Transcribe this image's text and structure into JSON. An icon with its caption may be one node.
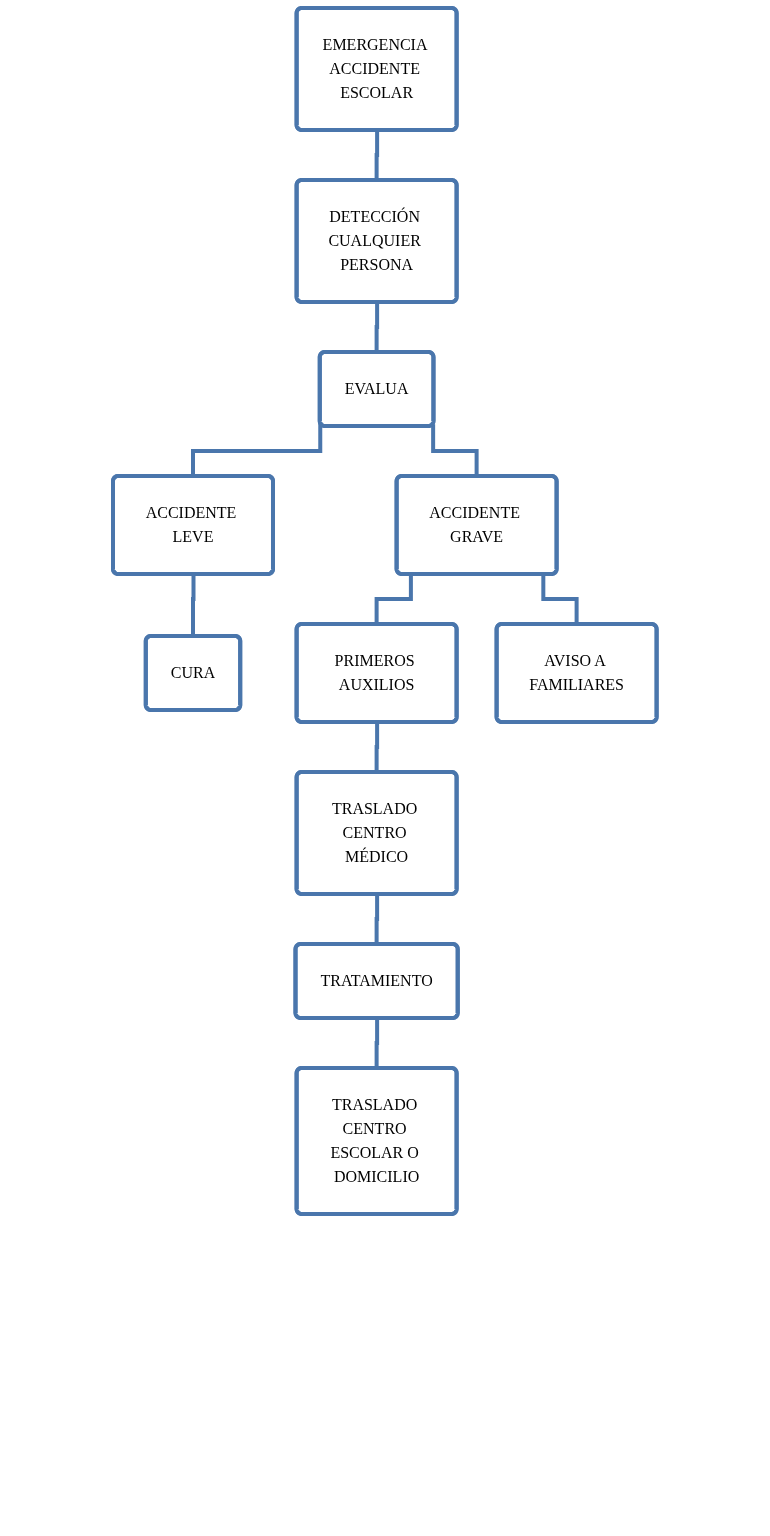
{
  "diagram": {
    "nodes": [
      {
        "text": [
          "EMERGENCIA ACCIDENTE ESCOLAR"
        ]
      },
      {
        "text": [
          "DETECCIÓN CUALQUIER PERSONA"
        ]
      },
      {
        "text": [
          "EVALUA"
        ]
      },
      {
        "text": [
          "ACCIDENTE LEVE"
        ]
      },
      {
        "text": [
          "ACCIDENTE GRAVE"
        ]
      },
      {
        "text": [
          "CURA"
        ]
      },
      {
        "text": [
          "PRIMEROS AUXILIOS"
        ]
      },
      {
        "text": [
          "AVISO A FAMILIARES"
        ]
      },
      {
        "text": [
          "TRASLADO CENTRO MÉDICO"
        ]
      },
      {
        "text": [
          "TRATAMIENTO"
        ]
      },
      {
        "text": [
          "TRASLADO CENTRO ESCOLAR O DOMICILIO"
        ]
      }
    ],
    "edges": [
      {
        "from": 0,
        "to": 1,
        "arrow": "none"
      },
      {
        "from": 1,
        "to": 2,
        "arrow": "none"
      },
      {
        "from": 2,
        "to": 3,
        "arrow": "none"
      },
      {
        "from": 2,
        "to": 4,
        "arrow": "none"
      },
      {
        "from": 3,
        "to": 5,
        "arrow": "none"
      },
      {
        "from": 4,
        "to": 6,
        "arrow": "none"
      },
      {
        "from": 4,
        "to": 7,
        "arrow": "none"
      },
      {
        "from": 6,
        "to": 8,
        "arrow": "none"
      },
      {
        "from": 8,
        "to": 9,
        "arrow": "none"
      },
      {
        "from": 9,
        "to": 10,
        "arrow": "none"
      }
    ]
  }
}
